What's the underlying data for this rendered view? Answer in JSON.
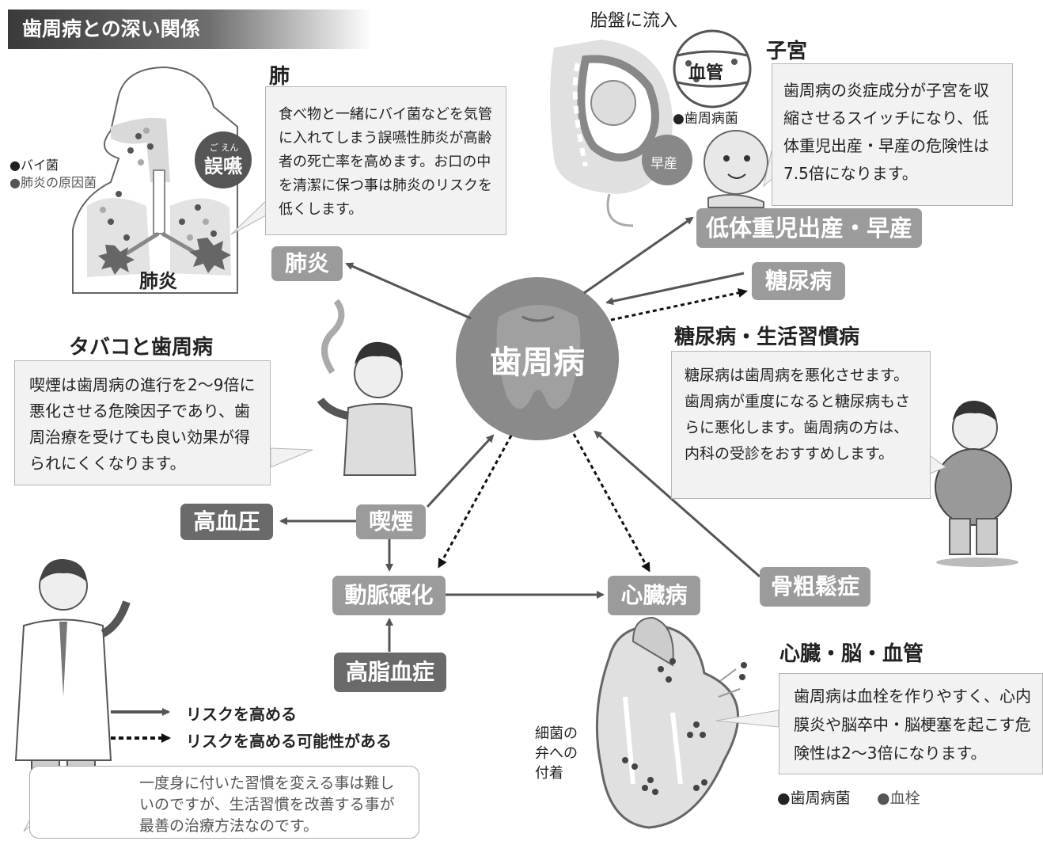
{
  "banner": {
    "title": "歯周病との深い関係"
  },
  "center": {
    "label": "歯周病"
  },
  "lung": {
    "heading": "肺",
    "text": "食べ物と一緒にバイ菌などを気管に入れてしまう誤嚥性肺炎が高齢者の死亡率を高めます。お口の中を清潔に保つ事は肺炎のリスクを低くします。",
    "legend_bacteria": "●バイ菌",
    "legend_pneumonia_germs": "●肺炎の原因菌",
    "aspiration_ruby": "ご えん",
    "aspiration_label": "誤嚥",
    "pneumonia_label": "肺炎"
  },
  "uterus": {
    "heading": "子宮",
    "placenta_label": "胎盤に流入",
    "blood_vessel_label": "血管",
    "bacteria_legend": "●歯周病菌",
    "premature_label": "早産",
    "text": "歯周病の炎症成分が子宮を収縮させるスイッチになり、低体重児出産・早産の危険性は7.5倍になります。"
  },
  "tobacco": {
    "heading": "タバコと歯周病",
    "text": "喫煙は歯周病の進行を2～9倍に悪化させる危険因子であり、歯周治療を受けても良い効果が得られにくくなります。"
  },
  "diabetes": {
    "heading": "糖尿病・生活習慣病",
    "text": "糖尿病は歯周病を悪化させます。歯周病が重度になると糖尿病もさらに悪化します。歯周病の方は、内科の受診をおすすめします。"
  },
  "heart": {
    "heading": "心臓・脳・血管",
    "text": "歯周病は血栓を作りやすく、心内膜炎や脳卒中・脳梗塞を起こす危険性は2～3倍になります。",
    "valve_label_1": "細菌の",
    "valve_label_2": "弁への",
    "valve_label_3": "付着",
    "legend_bacteria": "●歯周病菌",
    "legend_clot": "●血栓"
  },
  "nodes": {
    "pneumonia": "肺炎",
    "low_birth_weight": "低体重児出産・早産",
    "diabetes": "糖尿病",
    "smoking": "喫煙",
    "hypertension": "高血圧",
    "arteriosclerosis": "動脈硬化",
    "heart_disease": "心臓病",
    "hyperlipidemia": "高脂血症",
    "osteoporosis": "骨粗鬆症"
  },
  "legend": {
    "solid": "リスクを高める",
    "dotted": "リスクを高める可能性がある"
  },
  "doctor": {
    "text": "一度身に付いた習慣を変える事は難しいのですが、生活習慣を改善する事が最善の治療方法なのです。"
  }
}
